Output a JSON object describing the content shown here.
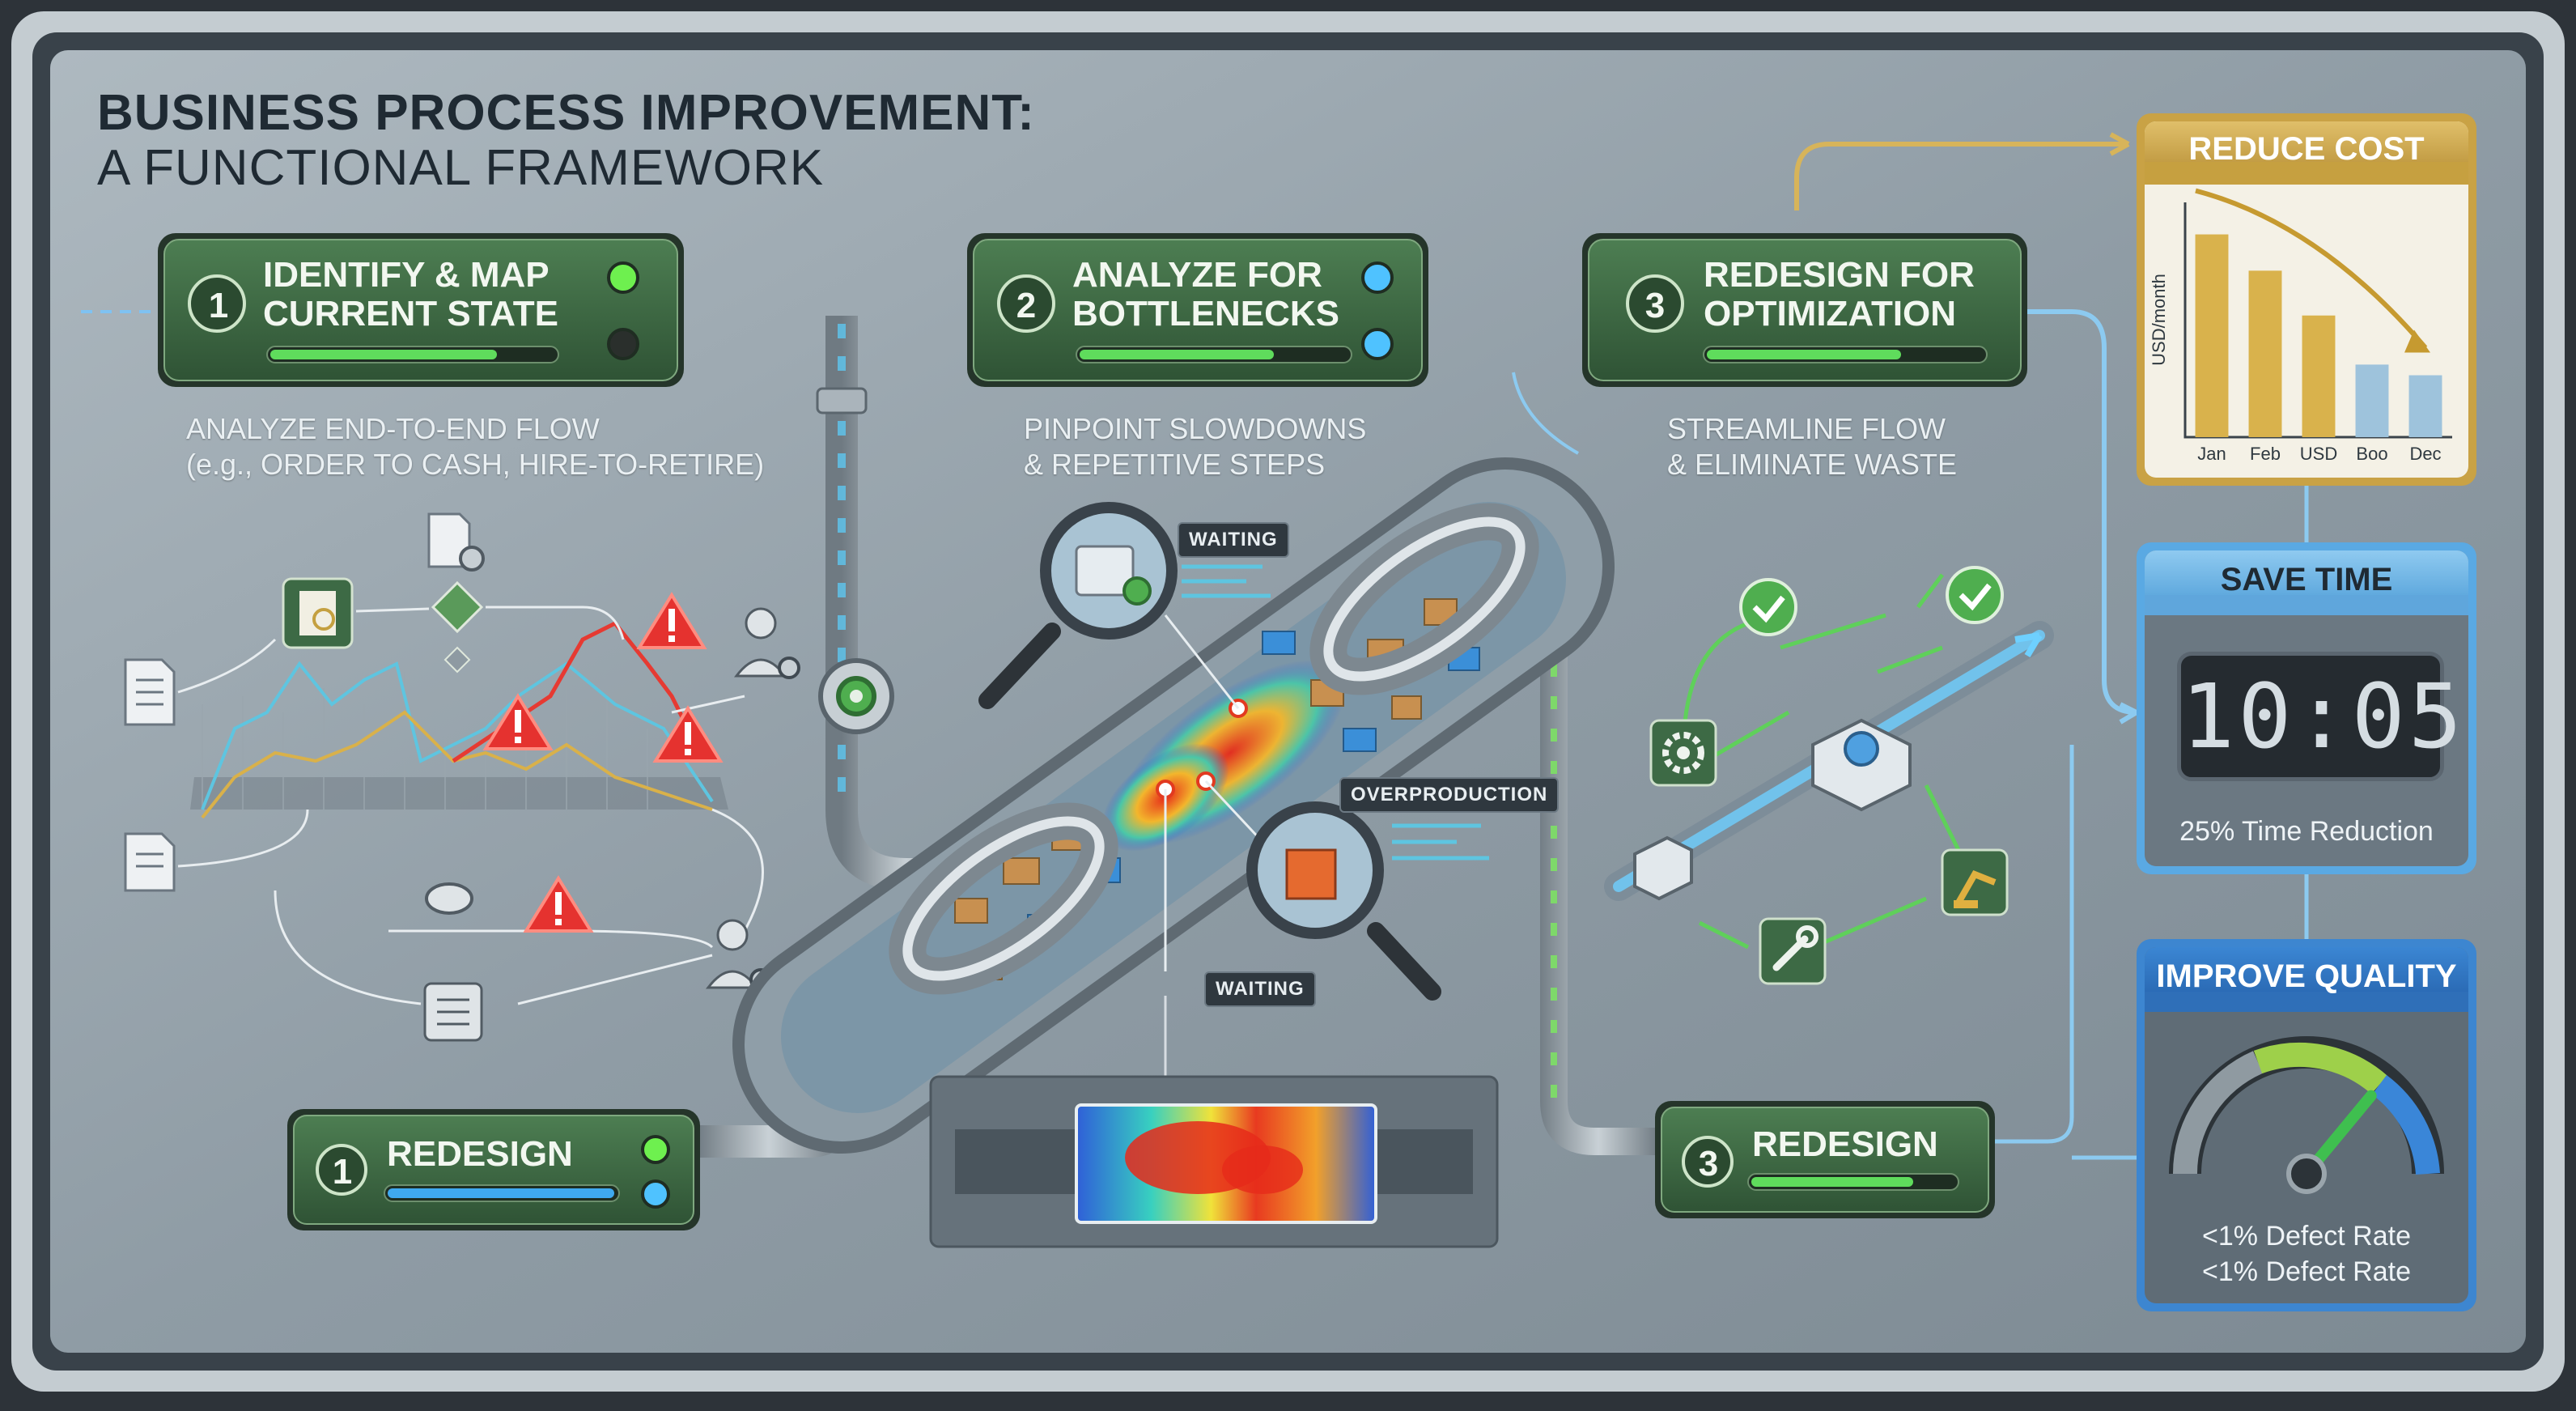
{
  "title": {
    "line1": "BUSINESS PROCESS IMPROVEMENT:",
    "line2": "A FUNCTIONAL FRAMEWORK"
  },
  "steps": [
    {
      "number": "1",
      "title_line1": "IDENTIFY & MAP",
      "title_line2": "CURRENT STATE",
      "caption_line1": "ANALYZE END-TO-END FLOW",
      "caption_line2": "(e.g., ORDER TO CASH, HIRE-TO-RETIRE)"
    },
    {
      "number": "2",
      "title_line1": "ANALYZE FOR",
      "title_line2": "BOTTLENECKS",
      "caption_line1": "PINPOINT SLOWDOWNS",
      "caption_line2": "& REPETITIVE STEPS"
    },
    {
      "number": "3",
      "title_line1": "REDESIGN FOR",
      "title_line2": "OPTIMIZATION",
      "caption_line1": "STREAMLINE FLOW",
      "caption_line2": "& ELIMINATE WASTE"
    }
  ],
  "lower_cards": [
    {
      "number": "1",
      "label": "REDESIGN"
    },
    {
      "number": "3",
      "label": "REDESIGN"
    }
  ],
  "tags": {
    "waiting_top": "WAITING",
    "overproduction": "OVERPRODUCTION",
    "waiting_bottom": "WAITING"
  },
  "panels": {
    "reduce_cost": {
      "header": "REDUCE COST"
    },
    "save_time": {
      "header": "SAVE TIME",
      "clock": "10:05",
      "caption": "25% Time Reduction"
    },
    "improve_quality": {
      "header": "IMPROVE QUALITY",
      "caption_line1": "<1% Defect Rate",
      "caption_line2": "<1% Defect Rate",
      "gauge_level": 0.72
    }
  },
  "chart_data": {
    "type": "bar",
    "title": "REDUCE COST",
    "ylabel": "USD/month",
    "categories": [
      "Jan",
      "Feb",
      "USD",
      "Boo",
      "Dec"
    ],
    "values": [
      95,
      78,
      57,
      34,
      29
    ],
    "ylim": [
      0,
      110
    ],
    "trend_arrow": true,
    "colors": {
      "bar": "#d9b24c",
      "bar_light": "#9ec3dc"
    }
  },
  "colors": {
    "card_green": "#3f6a45",
    "accent_green": "#5cd05a",
    "accent_blue": "#3da8f0",
    "alert_red": "#e5322f",
    "gold": "#c9a245",
    "panel_blue": "#5aa9e3"
  }
}
